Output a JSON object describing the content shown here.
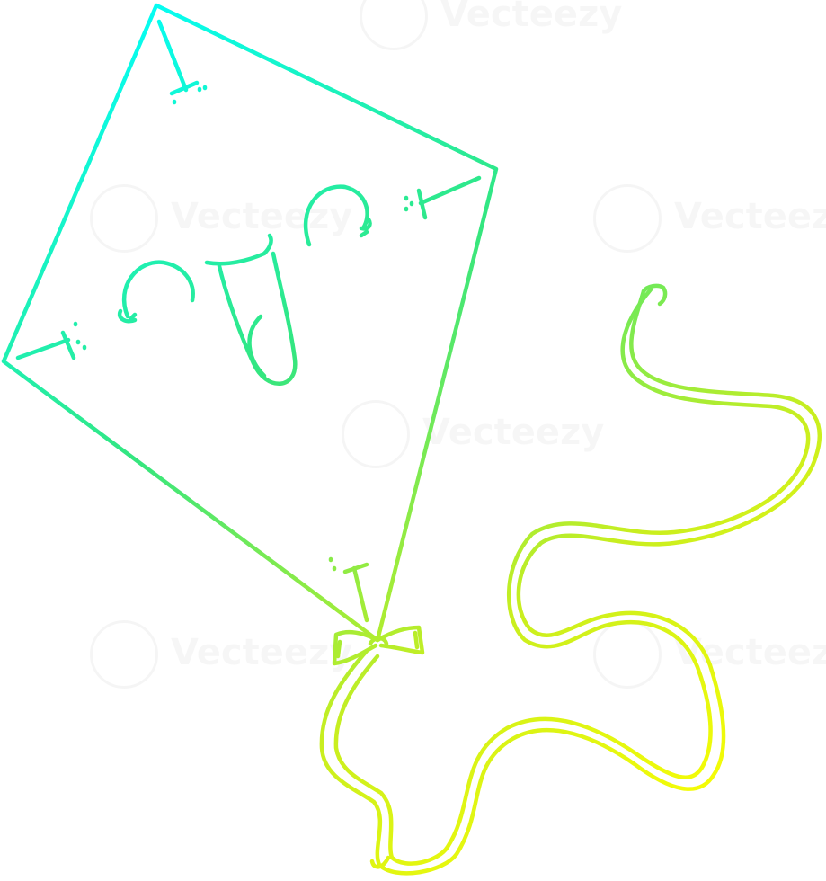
{
  "image": {
    "subject": "kite",
    "style": "line-art",
    "gradient_colors": [
      "#00ffff",
      "#33e680",
      "#c8ee20",
      "#ffff00"
    ]
  },
  "watermark": {
    "text": "Vecteezy"
  }
}
